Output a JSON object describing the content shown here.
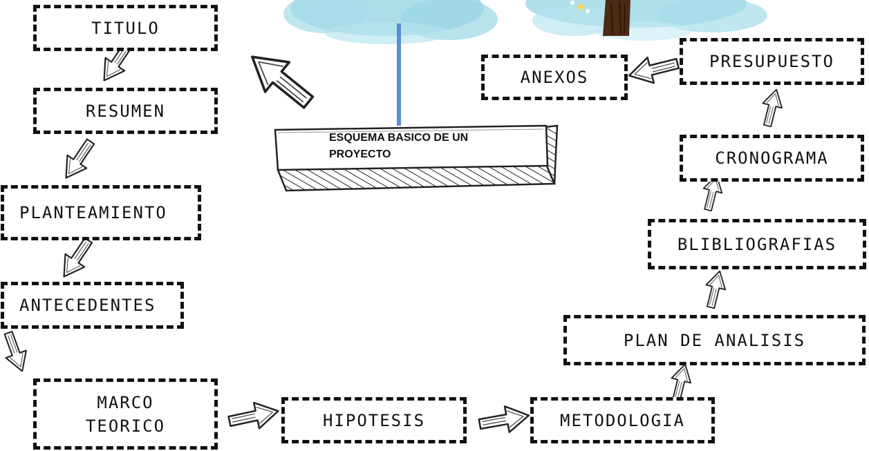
{
  "title": "ESQUEMA BASICO DE UN PROYECTO",
  "steps": {
    "titulo": "TITULO",
    "resumen": "RESUMEN",
    "planteamiento": "PLANTEAMIENTO",
    "antecedentes": "ANTECEDENTES",
    "marco_teorico": "MARCO\nTEORICO",
    "hipotesis": "HIPOTESIS",
    "metodologia": "METODOLOGIA",
    "plan_de_analisis": "PLAN DE ANALISIS",
    "bibliografias": "BLIBLIOGRAFIAS",
    "cronograma": "CRONOGRAMA",
    "presupuesto": "PRESUPUESTO",
    "anexos": "ANEXOS"
  },
  "colors": {
    "cloud": "#8fd3e0",
    "trunk": "#4a2a14",
    "string": "#5b8fd0",
    "border": "#111111"
  }
}
